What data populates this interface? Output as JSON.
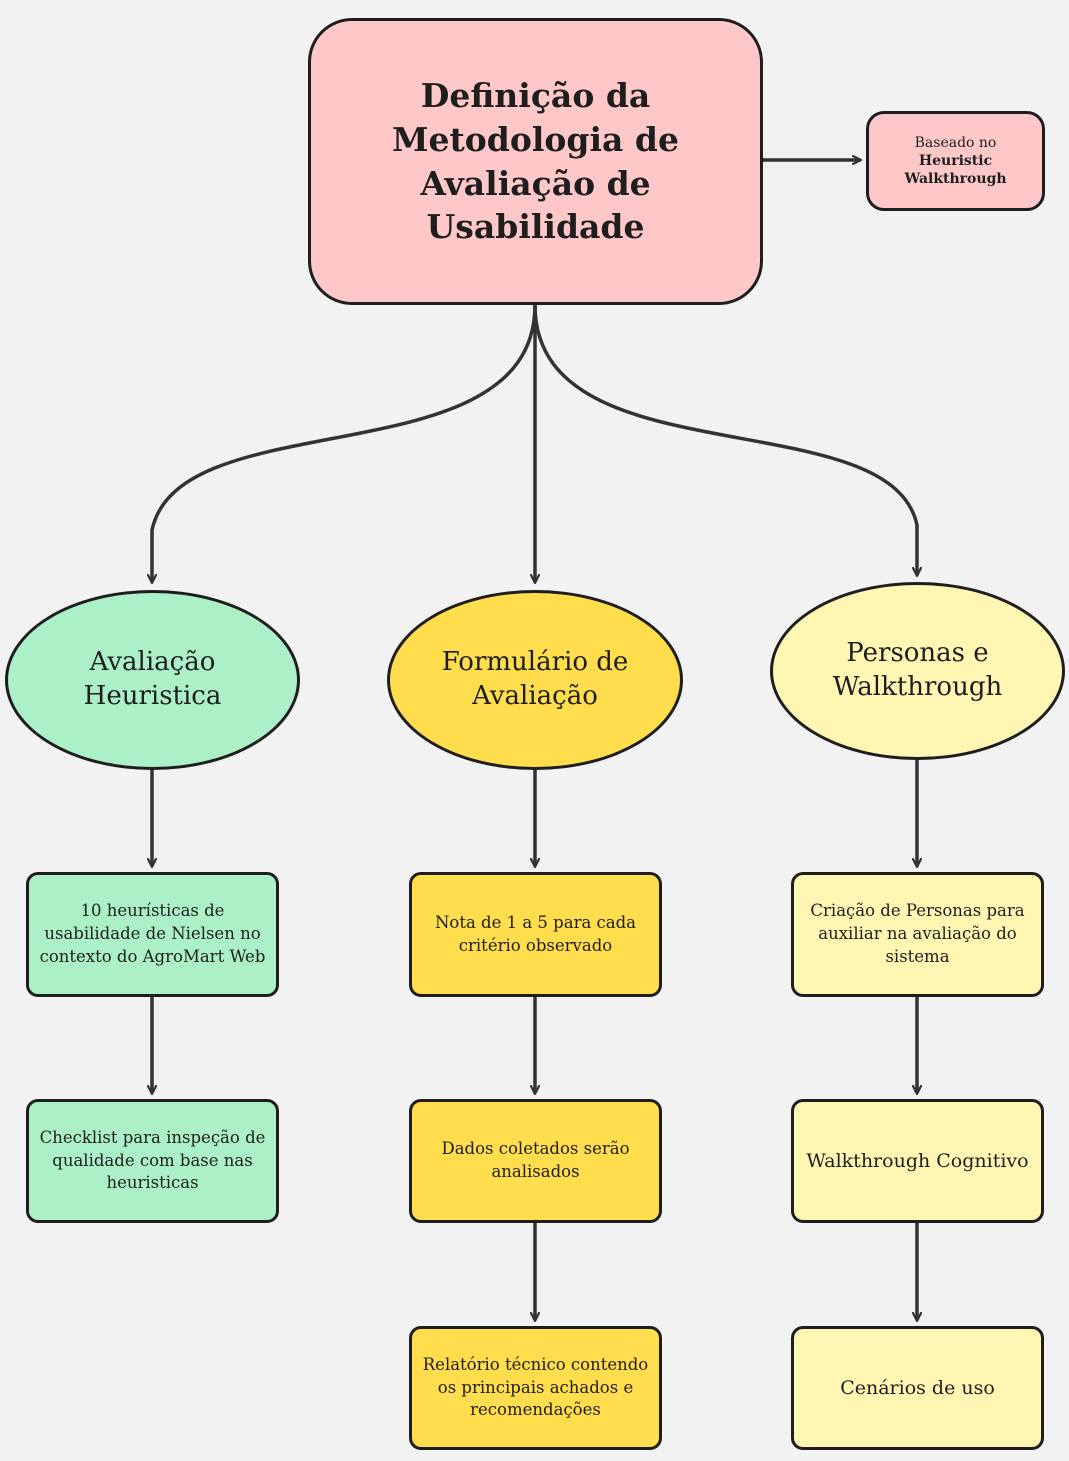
{
  "title": "Definição da Metodologia de Avaliação de Usabilidade",
  "note": {
    "prefix": "Baseado no",
    "bold": "Heuristic Walkthrough"
  },
  "branches": {
    "heuristic": {
      "label": "Avaliação Heuristica",
      "steps": [
        "10 heurísticas de usabilidade de Nielsen no contexto do AgroMart Web",
        "Checklist para inspeção de qualidade com base nas heuristicas"
      ]
    },
    "form": {
      "label": "Formulário de Avaliação",
      "steps": [
        "Nota de 1 a 5 para cada critério observado",
        "Dados coletados serão analisados",
        "Relatório técnico contendo os principais achados e recomendações"
      ]
    },
    "personas": {
      "label": "Personas e Walkthrough",
      "steps": [
        "Criação de Personas para auxiliar na avaliação do sistema",
        "Walkthrough Cognitivo",
        "Cenários de uso"
      ]
    }
  },
  "colors": {
    "background": "#f2f2f2",
    "title": "#ffc8c8",
    "heuristic": "#abf0c7",
    "form": "#ffdd4d",
    "personas": "#fff6b4",
    "stroke": "#1e1e1e",
    "arrow": "#333333"
  }
}
